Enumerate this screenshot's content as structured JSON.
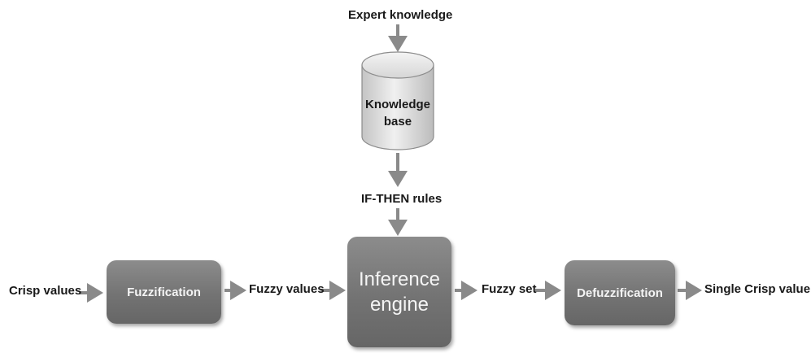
{
  "inputs": {
    "expert_knowledge": "Expert knowledge",
    "crisp_values": "Crisp values"
  },
  "knowledge_base": {
    "line1": "Knowledge",
    "line2": "base"
  },
  "rules_label": "IF-THEN rules",
  "blocks": {
    "fuzzification": "Fuzzification",
    "inference_line1": "Inference",
    "inference_line2": "engine",
    "defuzzification": "Defuzzification"
  },
  "intermediate": {
    "fuzzy_values": "Fuzzy values",
    "fuzzy_set": "Fuzzy set"
  },
  "output": {
    "single_crisp_value": "Single Crisp value"
  },
  "colors": {
    "arrow": "#8a8a8a",
    "block": "#7a7a7a",
    "cylinder_light": "#eeeeee",
    "cylinder_dark": "#bdbdbd"
  }
}
